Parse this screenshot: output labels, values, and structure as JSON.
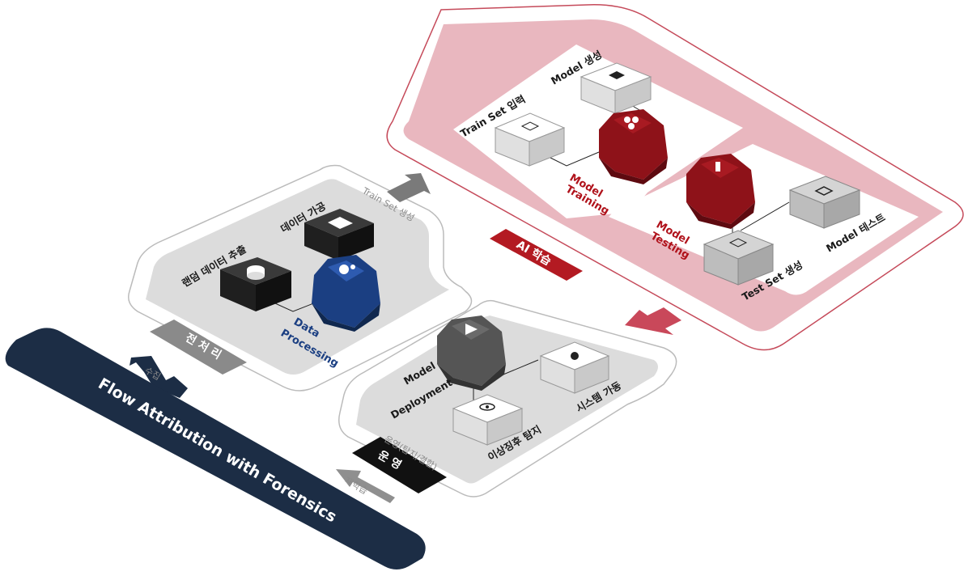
{
  "diagram": {
    "base_bar": {
      "label": "Flow Attribution with Forensics"
    },
    "preprocess": {
      "tag": "전 처 리",
      "nodes": {
        "extract": "랜덤 데이터 추출",
        "process": "데이터 가공",
        "data_processing": [
          "Data",
          "Processing"
        ]
      },
      "arrow_label": "Train Set 생성"
    },
    "ai_learning": {
      "tag": "AI 학습",
      "nodes": {
        "train_input": "Train Set 입력",
        "model_create": "Model 생성",
        "model_training": [
          "Model",
          "Training"
        ],
        "model_testing": [
          "Model",
          "Testing"
        ],
        "model_test": "Model 테스트",
        "test_set": "Test Set 생성"
      }
    },
    "operation": {
      "tag": "운 영",
      "sublabel": "운영(탐지/결함)",
      "nodes": {
        "model_deployment": [
          "Model",
          "Deployment"
        ],
        "system_run": "시스템 가동",
        "anomaly": "이상징후 탐지"
      },
      "retrain_label": "재학습"
    },
    "collect_label": "수집",
    "colors": {
      "navy": "#1c2d45",
      "pink": "#e9b7bf",
      "dark_red": "#8e1219",
      "brand_red": "#b31a22",
      "blue": "#1b3f82",
      "panel_gray": "#dcdcdc"
    }
  }
}
